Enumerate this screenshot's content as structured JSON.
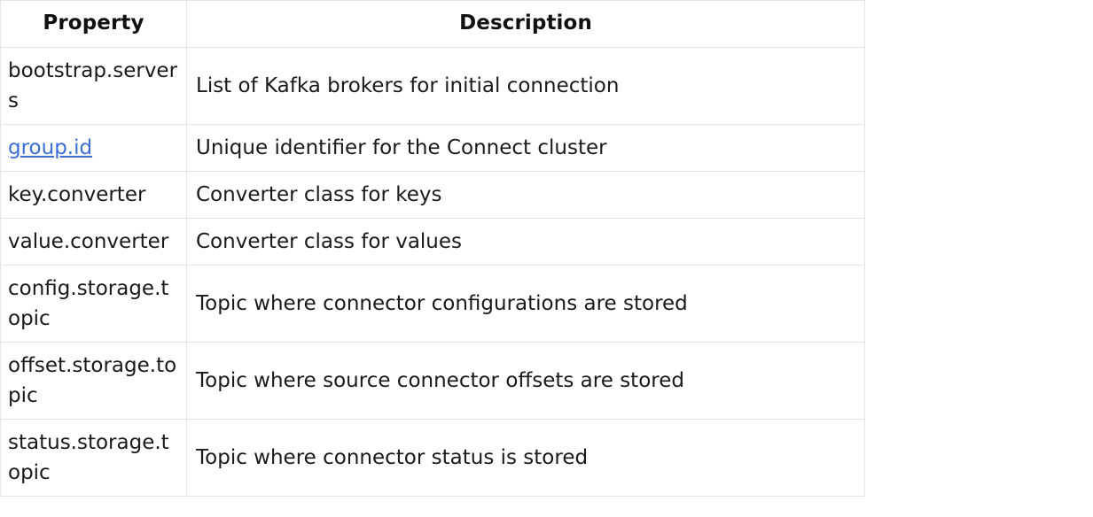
{
  "table": {
    "columns": [
      {
        "key": "property",
        "label": "Property",
        "align": "center"
      },
      {
        "key": "description",
        "label": "Description",
        "align": "center"
      }
    ],
    "link_color": "#3c6fd6",
    "border_color": "#e4e4e4",
    "text_color": "#1a1a1a",
    "rows": [
      {
        "property": "bootstrap.servers",
        "property_is_link": false,
        "description": "List of Kafka brokers for initial connection"
      },
      {
        "property": "group.id",
        "property_is_link": true,
        "description": "Unique identifier for the Connect cluster"
      },
      {
        "property": "key.converter",
        "property_is_link": false,
        "description": "Converter class for keys"
      },
      {
        "property": "value.converter",
        "property_is_link": false,
        "description": "Converter class for values"
      },
      {
        "property": "config.storage.topic",
        "property_is_link": false,
        "description": "Topic where connector configurations are stored"
      },
      {
        "property": "offset.storage.topic",
        "property_is_link": false,
        "description": "Topic where source connector offsets are stored"
      },
      {
        "property": "status.storage.topic",
        "property_is_link": false,
        "description": "Topic where connector status is stored"
      }
    ]
  }
}
